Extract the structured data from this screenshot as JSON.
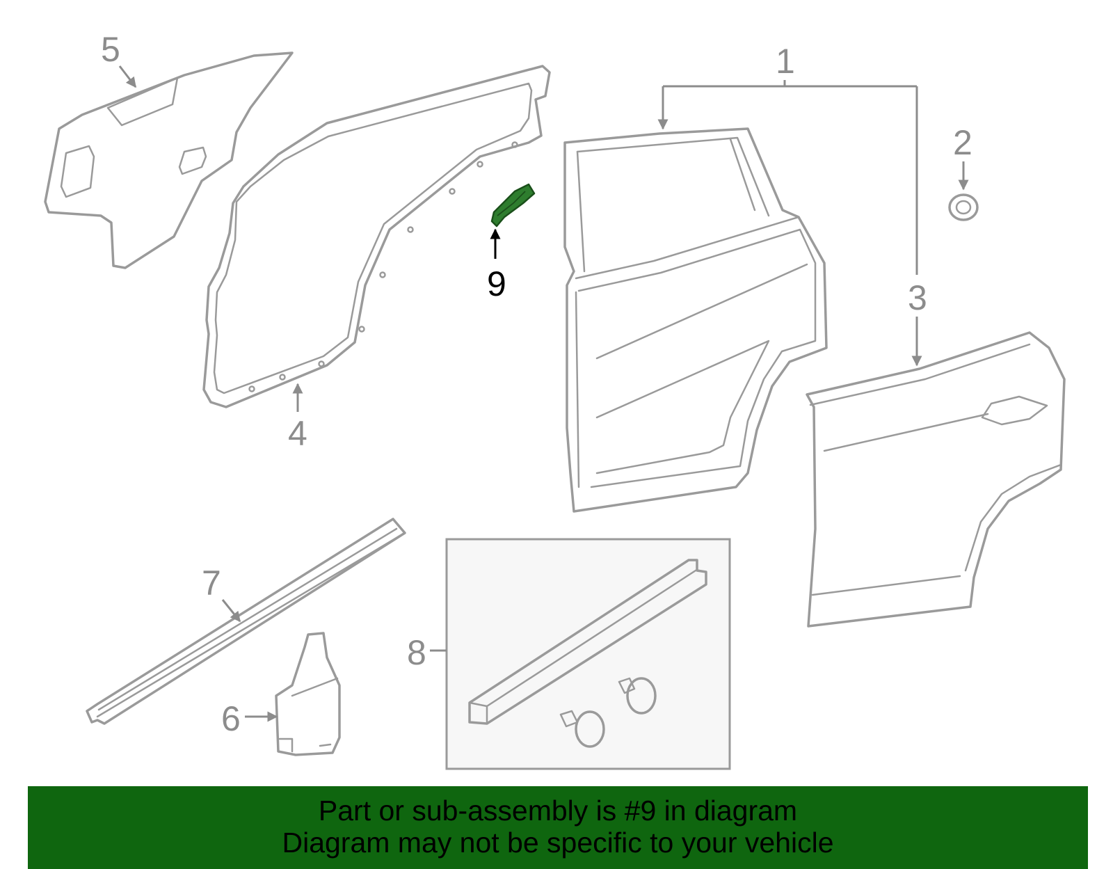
{
  "callouts": {
    "c1": "1",
    "c2": "2",
    "c3": "3",
    "c4": "4",
    "c5": "5",
    "c6": "6",
    "c7": "7",
    "c8": "8",
    "c9": "9"
  },
  "highlighted_part": "9",
  "colors": {
    "highlight": "#2e7d2e",
    "banner": "#0f660f",
    "line": "#9a9a9a"
  },
  "banner": {
    "line1": "Part or sub-assembly is #9 in diagram",
    "line2": "Diagram may not be specific to your vehicle"
  }
}
